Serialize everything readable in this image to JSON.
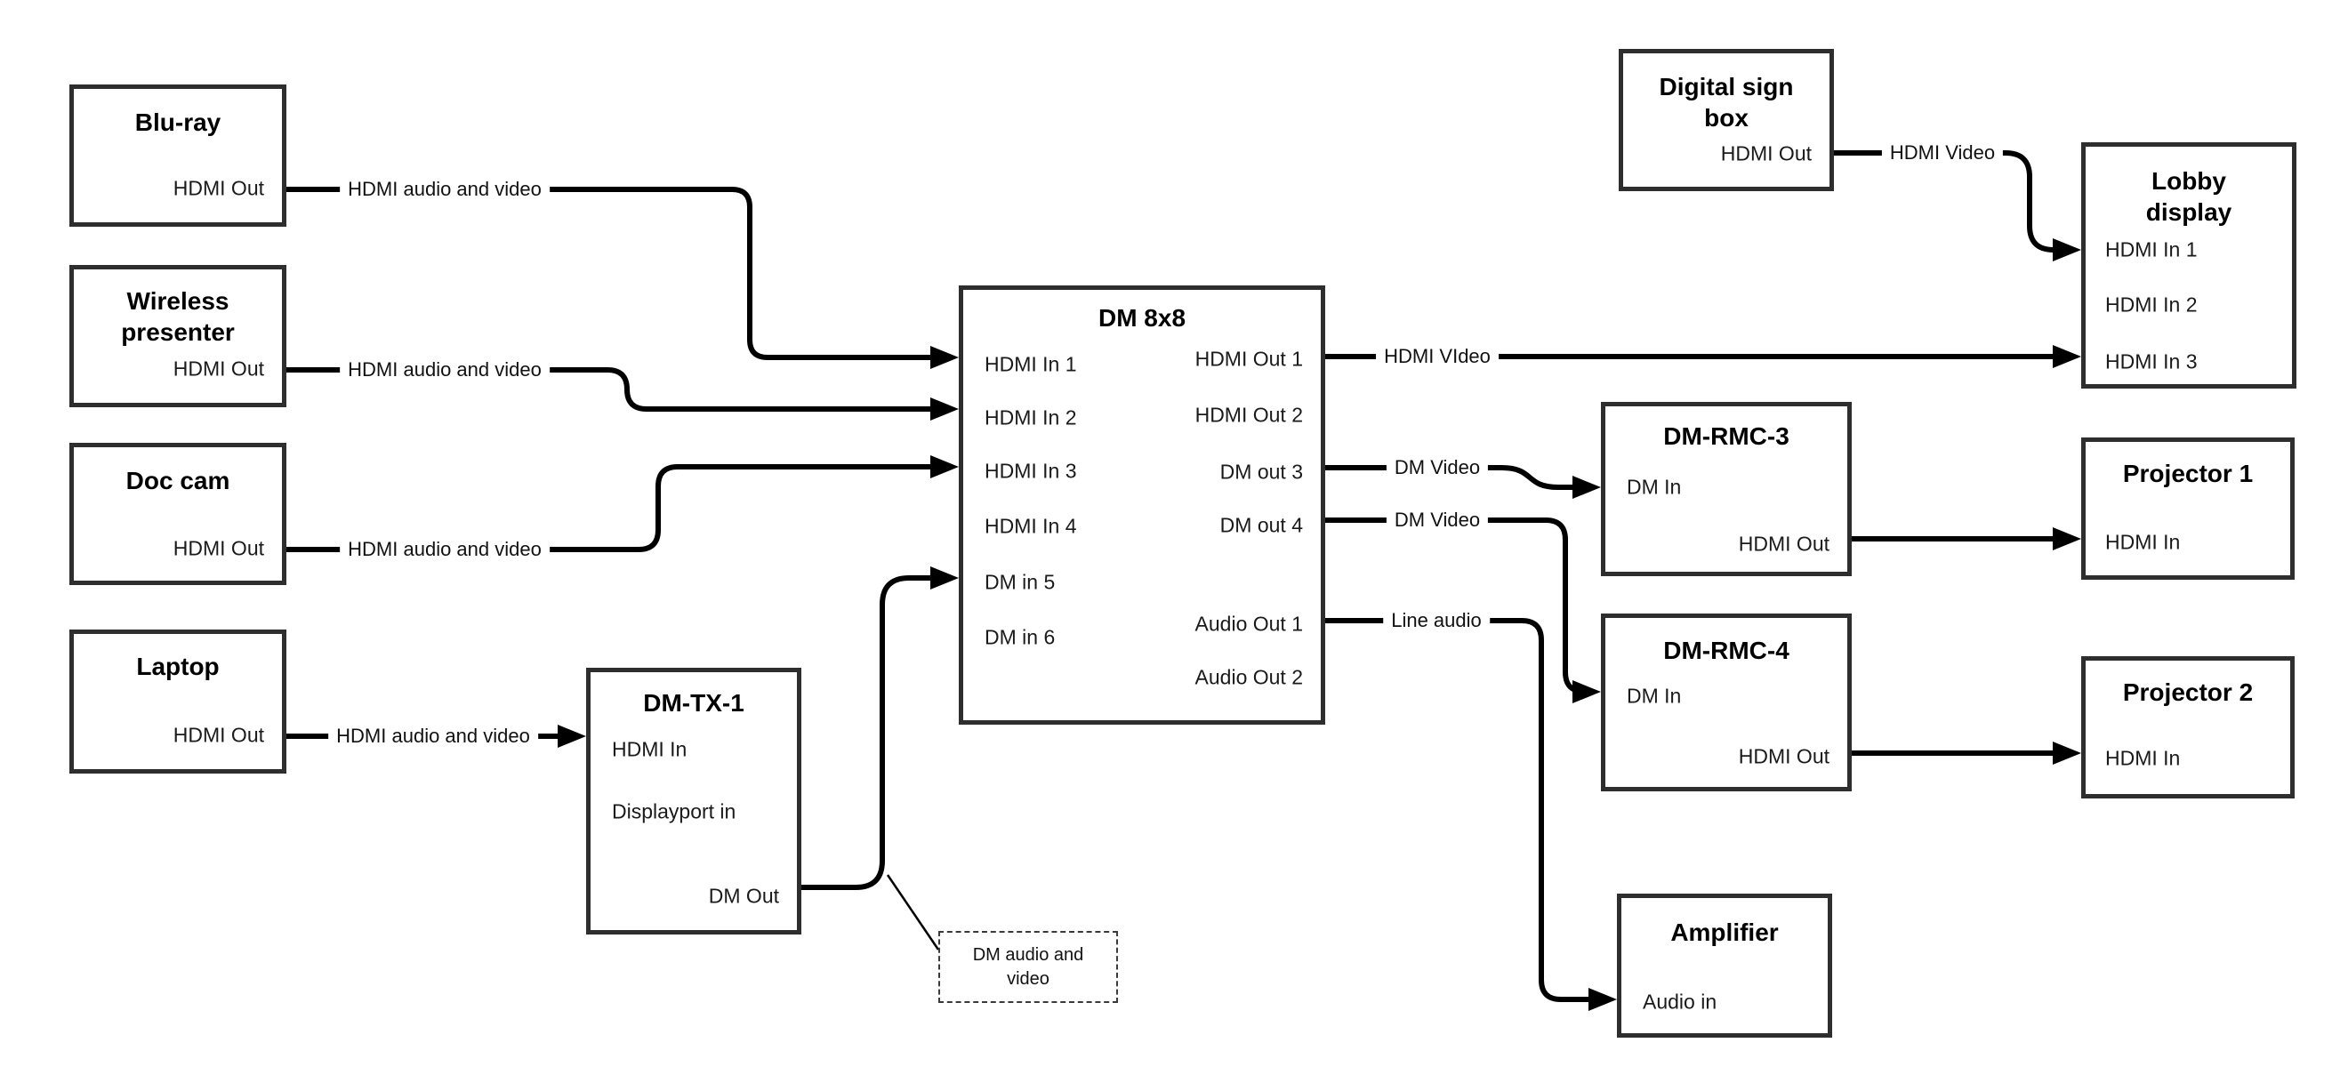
{
  "colors": {
    "background": "#ffffff",
    "wire": "#000000",
    "box_border": "#2e2e2e",
    "text": "#000000"
  },
  "boxes": {
    "bluray": {
      "title": "Blu-ray",
      "ports": [
        "HDMI Out"
      ]
    },
    "wireless_presenter": {
      "title": "Wireless presenter",
      "ports": [
        "HDMI Out"
      ]
    },
    "doc_cam": {
      "title": "Doc cam",
      "ports": [
        "HDMI Out"
      ]
    },
    "laptop": {
      "title": "Laptop",
      "ports": [
        "HDMI Out"
      ]
    },
    "dm_tx_1": {
      "title": "DM-TX-1",
      "ports": [
        "HDMI In",
        "Displayport in",
        "DM Out"
      ]
    },
    "dm_8x8": {
      "title": "DM 8x8",
      "ports": [
        "HDMI In 1",
        "HDMI In 2",
        "HDMI In 3",
        "HDMI In 4",
        "DM in 5",
        "DM in 6",
        "HDMI Out 1",
        "HDMI Out 2",
        "DM out 3",
        "DM out 4",
        "Audio Out 1",
        "Audio Out 2"
      ]
    },
    "digital_sign_box": {
      "title": "Digital sign box",
      "ports": [
        "HDMI Out"
      ]
    },
    "lobby_display": {
      "title": "Lobby display",
      "ports": [
        "HDMI In 1",
        "HDMI In 2",
        "HDMI In 3"
      ]
    },
    "dm_rmc_3": {
      "title": "DM-RMC-3",
      "ports": [
        "DM In",
        "HDMI Out"
      ]
    },
    "projector_1": {
      "title": "Projector 1",
      "ports": [
        "HDMI In"
      ]
    },
    "dm_rmc_4": {
      "title": "DM-RMC-4",
      "ports": [
        "DM In",
        "HDMI Out"
      ]
    },
    "projector_2": {
      "title": "Projector 2",
      "ports": [
        "HDMI In"
      ]
    },
    "amplifier": {
      "title": "Amplifier",
      "ports": [
        "Audio in"
      ]
    }
  },
  "connector_labels": {
    "bluray_line": "HDMI audio and video",
    "wireless_line": "HDMI audio and video",
    "doc_cam_line": "HDMI audio and video",
    "laptop_line": "HDMI audio and video",
    "matrix_hdmi_out_1_line": "HDMI VIdeo",
    "digital_sign_line": "HDMI Video",
    "dm_out_3_line": "DM Video",
    "dm_out_4_line": "DM Video",
    "audio_out_1_line": "Line audio"
  },
  "note": {
    "text": "DM audio and video"
  }
}
